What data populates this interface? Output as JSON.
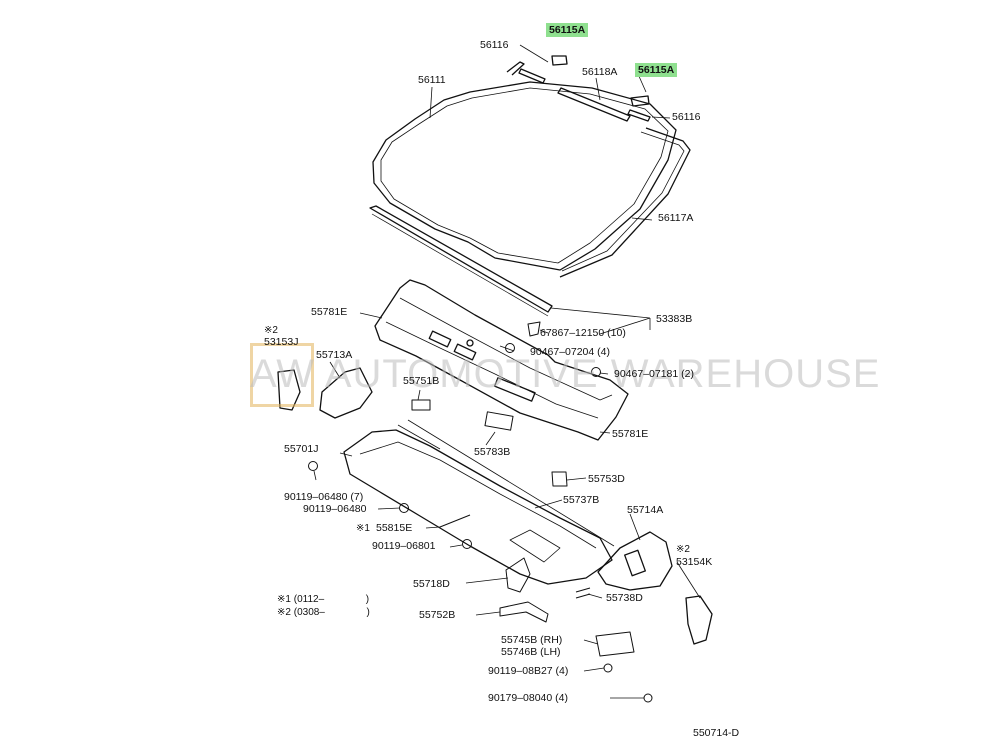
{
  "watermark": "AW AUTOMOTIVE WAREHOUSE",
  "diagram_code": "550714-D",
  "colors": {
    "highlight": "#8fe08f",
    "watermark_accent": "#e2b25a"
  },
  "labels": {
    "p56115a_top": "56115A",
    "p56116_top": "56116",
    "p56111": "56111",
    "p56118a": "56118A",
    "p56115a_right": "56115A",
    "p56116_right": "56116",
    "p56117a": "56117A",
    "p55781e_top": "55781E",
    "p67867": "67867–12150 (10)",
    "p53383b": "53383B",
    "p53153j_mark": "※2",
    "p53153j": "53153J",
    "p55713a": "55713A",
    "p90467_07204": "90467–07204 (4)",
    "p55751b": "55751B",
    "p90467_07181": "90467–07181 (2)",
    "p55781e_bottom": "55781E",
    "p55701j": "55701J",
    "p55783b": "55783B",
    "p55753d": "55753D",
    "p90119_06480_7": "90119–06480 (7)",
    "p55737b": "55737B",
    "p90119_06480": "90119–06480",
    "p55714a": "55714A",
    "p55815e_mark": "※1",
    "p55815e": "55815E",
    "p90119_06801": "90119–06801",
    "p53154k_mark": "※2",
    "p53154k": "53154K",
    "p55718d": "55718D",
    "p55738d": "55738D",
    "p55752b": "55752B",
    "p55745b": "55745B (RH)",
    "p55746b": "55746B (LH)",
    "p90119_08827": "90119–08B27 (4)",
    "p90179_08040": "90179–08040 (4)"
  },
  "notes": [
    {
      "mark": "※1",
      "text": "(0112–",
      "close": ")"
    },
    {
      "mark": "※2",
      "text": "(0308–",
      "close": ")"
    }
  ]
}
